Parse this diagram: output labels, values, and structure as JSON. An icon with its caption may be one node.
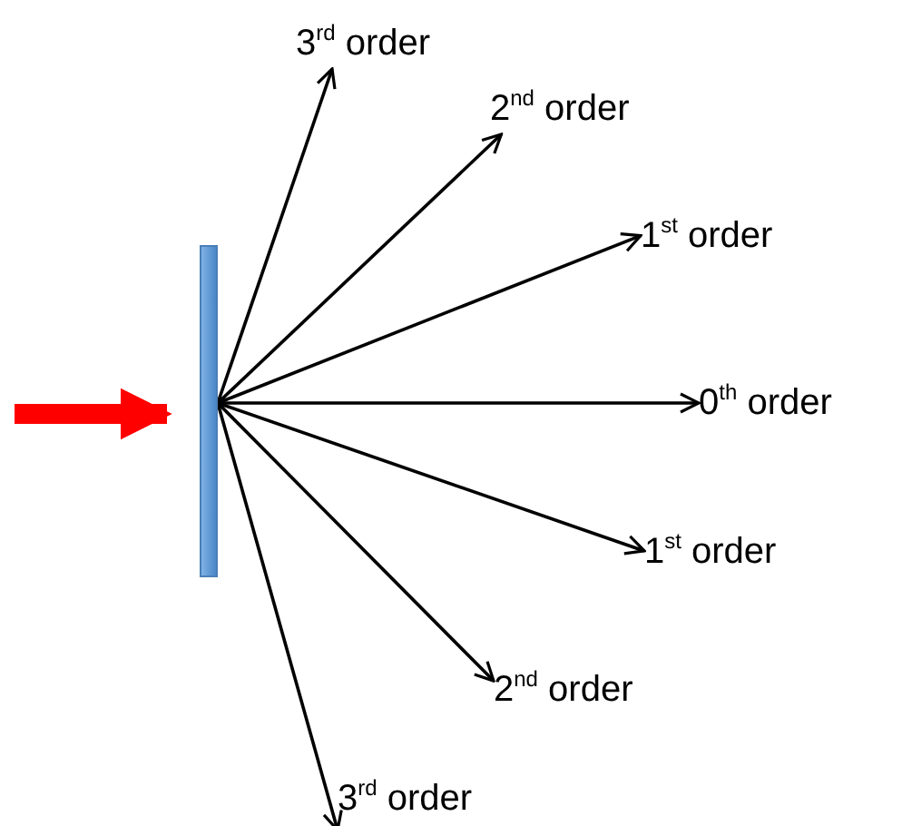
{
  "diagram": {
    "nodes": [
      {
        "text": [],
        "shape": "bar"
      },
      {
        "text": [
          "3$^{rd}$ order"
        ]
      },
      {
        "text": [
          "2$^{nd}$ order"
        ]
      },
      {
        "text": [
          "1$^{st}$ order"
        ]
      },
      {
        "text": [
          "0$^{th}$ order"
        ]
      },
      {
        "text": [
          "1$^{st}$ order"
        ]
      },
      {
        "text": [
          "2$^{nd}$ order"
        ]
      },
      {
        "text": [
          "3$^{rd}$ order"
        ]
      }
    ],
    "edges": [
      {
        "from": null,
        "to": 0,
        "arrow": "to",
        "style": "thick",
        "color": "#ff0000"
      },
      {
        "from": 0,
        "to": 1,
        "arrow": "to"
      },
      {
        "from": 0,
        "to": 2,
        "arrow": "to"
      },
      {
        "from": 0,
        "to": 3,
        "arrow": "to"
      },
      {
        "from": 0,
        "to": 4,
        "arrow": "to"
      },
      {
        "from": 0,
        "to": 5,
        "arrow": "to"
      },
      {
        "from": 0,
        "to": 6,
        "arrow": "to"
      },
      {
        "from": 0,
        "to": 7,
        "arrow": "to"
      }
    ]
  }
}
